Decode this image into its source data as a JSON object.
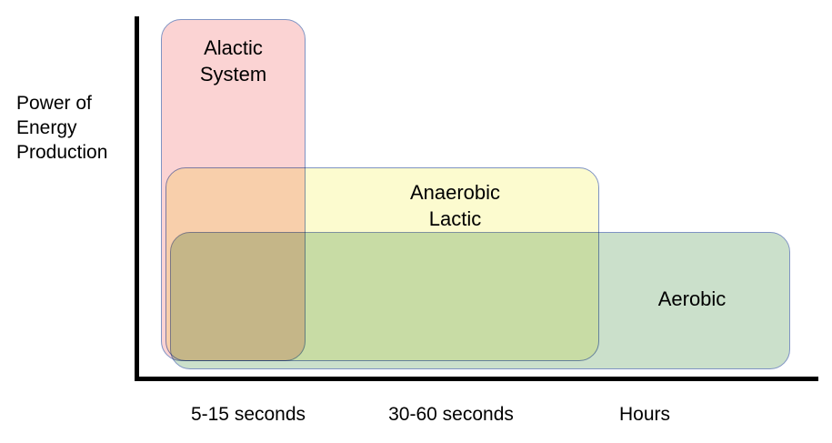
{
  "diagram": {
    "y_axis_caption": "Power of\nEnergy\nProduction",
    "systems": [
      {
        "key": "alactic",
        "label": "Alactic\nSystem",
        "fill": "#fbd3d3",
        "border": "#7f93c3"
      },
      {
        "key": "anaerobic",
        "label": "Anaerobic\nLactic",
        "fill": "#fcfbcf",
        "border": "#7f93c3"
      },
      {
        "key": "aerobic",
        "label": "Aerobic",
        "fill": "#cbe0cb",
        "border": "#7f93c3"
      }
    ],
    "x_axis_labels": [
      "5-15 seconds",
      "30-60 seconds",
      "Hours"
    ],
    "axis_color": "#000000",
    "overlap_colors": {
      "pink_yellow": "#f9cfa4",
      "pink_yellow_green": "#ccc684",
      "yellow_green": "#cedfa6",
      "pink_green": "#c9c0ae"
    }
  },
  "chart_data": {
    "type": "area",
    "title": "",
    "xlabel": "",
    "ylabel": "Power of Energy Production",
    "grid": false,
    "legend": "none",
    "categories": [
      "5-15 seconds",
      "30-60 seconds",
      "Hours"
    ],
    "series": [
      {
        "name": "Alactic System",
        "duration": "5-15 seconds",
        "power_level": "highest",
        "x_extent": [
          "0",
          "5-15 seconds"
        ],
        "y_extent": [
          "0",
          "100"
        ]
      },
      {
        "name": "Anaerobic Lactic",
        "duration": "30-60 seconds",
        "power_level": "medium",
        "x_extent": [
          "0",
          "30-60 seconds"
        ],
        "y_extent": [
          "0",
          "57"
        ]
      },
      {
        "name": "Aerobic",
        "duration": "Hours",
        "power_level": "lowest",
        "x_extent": [
          "0",
          "Hours"
        ],
        "y_extent": [
          "0",
          "40"
        ]
      }
    ]
  }
}
